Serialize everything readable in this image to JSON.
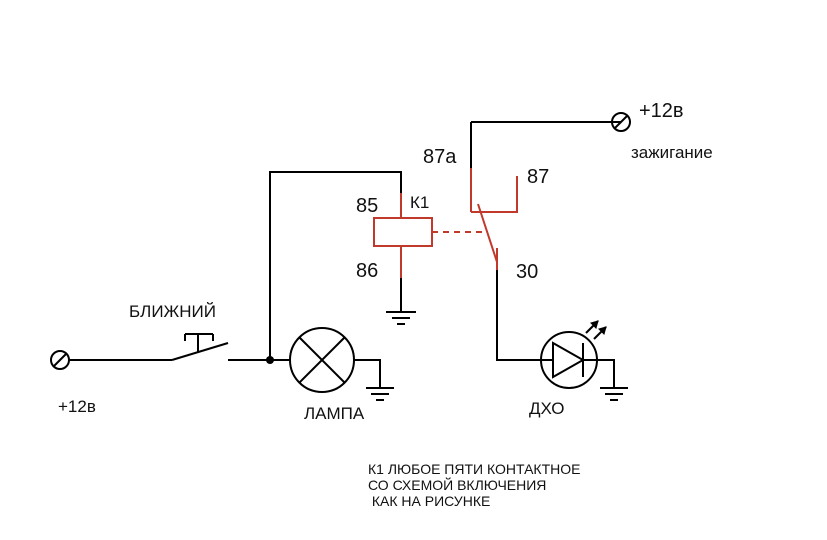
{
  "labels": {
    "switch": "БЛИЖНИЙ",
    "lamp": "ЛАМПА",
    "led": "ДХО",
    "left_supply": "+12в",
    "right_supply": "+12в",
    "ignition": "зажигание",
    "relay": "К1",
    "pin_85": "85",
    "pin_86": "86",
    "pin_87a": "87а",
    "pin_87": "87",
    "pin_30": "30"
  },
  "note": [
    "К1 ЛЮБОЕ ПЯТИ КОНТАКТНОЕ",
    "СО СХЕМОЙ  ВКЛЮЧЕНИЯ",
    " КАК НА РИСУНКЕ"
  ],
  "colors": {
    "wire": "#000000",
    "relay": "#c0392b"
  },
  "icons": [
    "terminal-icon",
    "push-switch-icon",
    "lamp-icon",
    "ground-icon",
    "relay-coil-icon",
    "relay-contact-icon",
    "led-icon"
  ]
}
